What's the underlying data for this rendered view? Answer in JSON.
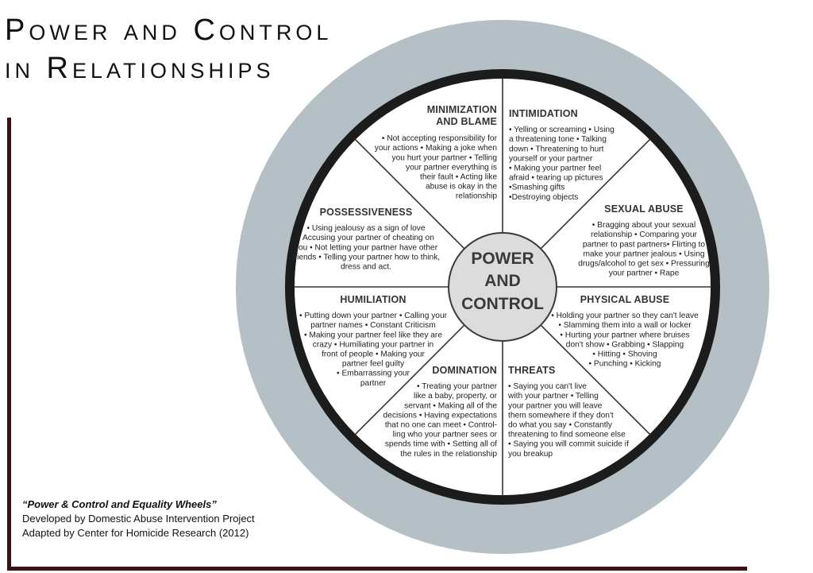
{
  "title": {
    "line1": "Power and Control",
    "line2": "in Relationships"
  },
  "hub": {
    "line1": "POWER",
    "line2": "AND",
    "line3": "CONTROL"
  },
  "segments": [
    {
      "id": "minimization",
      "title": [
        "MINIMIZATION",
        "AND BLAME"
      ],
      "lines": [
        "• Not accepting responsibility for",
        "your actions • Making a joke when",
        "you hurt your partner • Telling",
        "your partner everything is",
        "their fault • Acting like",
        "abuse is okay in the",
        "relationship"
      ]
    },
    {
      "id": "intimidation",
      "title": [
        "INTIMIDATION"
      ],
      "lines": [
        "• Yelling or screaming • Using",
        "a threatening tone • Talking",
        "down • Threatening to hurt",
        "yourself or your partner",
        "• Making your partner feel",
        "afraid • tearing up pictures",
        "•Smashing gifts",
        "•Destroying objects"
      ]
    },
    {
      "id": "sexual-abuse",
      "title": [
        "SEXUAL ABUSE"
      ],
      "lines": [
        "• Bragging about your sexual",
        "relationship • Comparing your",
        "partner to past partners• Flirting to",
        "make  your partner jealous • Using",
        "drugs/alcohol to get sex • Pressuring",
        "your partner • Rape"
      ]
    },
    {
      "id": "physical-abuse",
      "title": [
        "PHYSICAL ABUSE"
      ],
      "lines": [
        "• Holding your partner so they can't leave",
        "• Slamming them into a wall or locker",
        "• Hurting your partner where bruises",
        "don't show • Grabbing • Slapping",
        "• Hitting • Shoving",
        "• Punching • Kicking"
      ]
    },
    {
      "id": "threats",
      "title": [
        "THREATS"
      ],
      "lines": [
        "• Saying you can't live",
        "with your partner • Telling",
        "your partner you will leave",
        "them somewhere if they don't",
        "do what you say • Constantly",
        "threatening to find someone else",
        "• Saying you will commit suicide if",
        "you breakup"
      ]
    },
    {
      "id": "domination",
      "title": [
        "DOMINATION"
      ],
      "lines": [
        "• Treating your partner",
        "like a baby, property, or",
        "servant • Making all of the",
        "decisions • Having expectations",
        "that no one can meet • Control-",
        "ling who your partner sees or",
        "spends time with • Setting all of",
        "the rules in the relationship"
      ]
    },
    {
      "id": "humiliation",
      "title": [
        "HUMILIATION"
      ],
      "lines": [
        "• Putting down your partner • Calling your",
        "partner names • Constant Criticism",
        "• Making your partner feel like they are",
        "crazy • Humiliating your partner in",
        "front of people • Making your",
        "partner feel guilty",
        "• Embarrassing your",
        "partner"
      ]
    },
    {
      "id": "possessiveness",
      "title": [
        "POSSESSIVENESS"
      ],
      "lines": [
        "• Using jealousy as a sign of love",
        "• Accusing your partner of cheating on",
        "you • Not letting your partner have other",
        "friends • Telling your partner how to think,",
        "dress and act."
      ]
    }
  ],
  "credits": {
    "line1": "“Power & Control and Equality Wheels”",
    "line2": "Developed by Domestic Abuse Intervention Project",
    "line3": "Adapted by Center for Homicide Research (2012)"
  },
  "colors": {
    "outer_ring": "#b4bfc6",
    "rim": "#1c1c1c",
    "hub_fill": "#dcdcdc",
    "frame": "#3b1212"
  }
}
